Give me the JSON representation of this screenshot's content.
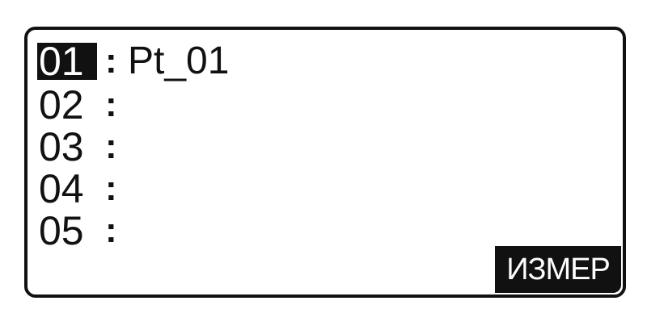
{
  "rows": [
    {
      "number": "01",
      "separator": ":",
      "value": "Pt_01",
      "selected": true
    },
    {
      "number": "02",
      "separator": ":",
      "value": "",
      "selected": false
    },
    {
      "number": "03",
      "separator": ":",
      "value": "",
      "selected": false
    },
    {
      "number": "04",
      "separator": ":",
      "value": "",
      "selected": false
    },
    {
      "number": "05",
      "separator": ":",
      "value": "",
      "selected": false
    }
  ],
  "softkey": {
    "label": "ИЗМЕР"
  }
}
